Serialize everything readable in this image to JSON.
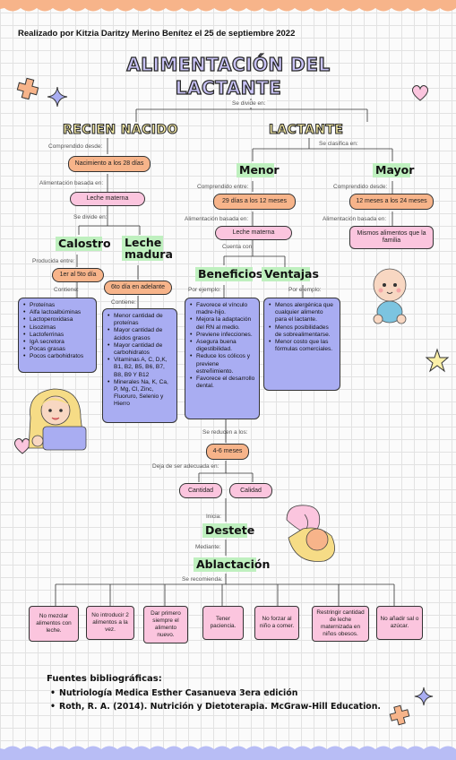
{
  "author": "Realizado por Kitzia Daritzy Merino Benítez el 25 de septiembre 2022",
  "title": {
    "line1": "ALIMENTACIÓN DEL",
    "line2": "LACTANTE"
  },
  "root_connector": "Se divide en:",
  "recien_nacido": {
    "title": "RECIEN NACIDO",
    "comprendido_label": "Comprendido desde:",
    "comprendido_value": "Nacimiento a los 28 días",
    "alimentacion_label": "Alimentación basada en:",
    "alimentacion_value": "Leche materna",
    "divide_label": "Se divide en:",
    "calostro": {
      "title": "Calostro",
      "producida_label": "Producida entre:",
      "producida_value": "1er al 5to día",
      "contiene_label": "Contiene:",
      "items": [
        "Proteínas",
        "Alfa lactoalbúminas",
        "Lactoperoxidasa",
        "Lisozimas",
        "Lactoferrinas",
        "IgA secretora",
        "Pocas grasas",
        "Pocos carbohidratos"
      ]
    },
    "leche_madura": {
      "title_line1": "Leche",
      "title_line2": "madura",
      "value": "6to día en adelante",
      "contiene_label": "Contiene:",
      "items": [
        "Menor cantidad de proteínas",
        "Mayor cantidad de ácidos grasos",
        "Mayor cantidad de carbohidratos",
        "Vitaminas A, C, D,K, B1, B2, B5, B6, B7, B8, B9 Y B12",
        "Minerales Na, K, Ca, P, Mg, Cl, Zinc, Fluoruro, Selenio y Hierro"
      ]
    }
  },
  "lactante": {
    "title": "LACTANTE",
    "clasifica_label": "Se clasifica en:",
    "menor": {
      "title": "Menor",
      "comprendido_label": "Comprendido entre:",
      "comprendido_value": "29 días a los 12 meses",
      "alimentacion_label": "Alimentación basada en:",
      "alimentacion_value": "Leche materna",
      "cuenta_label": "Cuenta con:"
    },
    "mayor": {
      "title": "Mayor",
      "comprendido_label": "Comprendido desde:",
      "comprendido_value": "12 meses a los 24 meses",
      "alimentacion_label": "Alimentación basada en:",
      "alimentacion_value": "Mismos alimentos que la familia"
    },
    "beneficios": {
      "title": "Beneficios",
      "ejemplo_label": "Por ejemplo:",
      "items": [
        "Favorece el vínculo madre-hijo.",
        "Mejora la adaptación del RN al medio.",
        "Previene infecciones.",
        "Asegura buena digestibilidad.",
        "Reduce los cólicos y previene estreñimiento.",
        "Favorece el desarrollo dental."
      ]
    },
    "ventajas": {
      "title": "Ventajas",
      "ejemplo_label": "Por ejemplo:",
      "items": [
        "Menos alergénica que cualquier alimento para el lactante.",
        "Menos posibilidades de sobrealimentarse.",
        "Menor costo que las fórmulas comerciales."
      ]
    }
  },
  "reduce_label": "Se reducen a los:",
  "reduce_value": "4-6 meses",
  "deja_label": "Deja de ser adecuada en:",
  "cantidad": "Cantidad",
  "calidad": "Calidad",
  "inicia_label": "Inicia:",
  "destete": "Destete",
  "mediante_label": "Mediante:",
  "ablactacion": "Ablactación",
  "recomienda_label": "Se recomienda:",
  "recommendations": [
    "No mezclar alimentos con leche.",
    "No introducir 2 alimentos a la vez.",
    "Dar primero siempre el alimento nuevo.",
    "Tener paciencia.",
    "No forzar al niño a comer.",
    "Restringir cantidad de leche maternizada en niños obesos.",
    "No añadir sal o azúcar."
  ],
  "refs": {
    "title": "Fuentes bibliográficas:",
    "items": [
      "Nutriología Medica Esther Casanueva 3era edición",
      "Roth, R. A. (2014). Nutrición y Dietoterapia. McGraw-Hill Education."
    ]
  },
  "colors": {
    "orange": "#f7b48a",
    "pink": "#fbc5de",
    "lavender": "#a9adf2",
    "green": "#bff0bf",
    "title_fill": "#c9c3f7",
    "section_fill": "#fbf0a8"
  },
  "icons": [
    "plus-orange-icon",
    "star-lavender-icon",
    "heart-pink-icon",
    "baby-illustration",
    "girl-illustration",
    "breastfeeding-illustration",
    "star-yellow-icon"
  ]
}
